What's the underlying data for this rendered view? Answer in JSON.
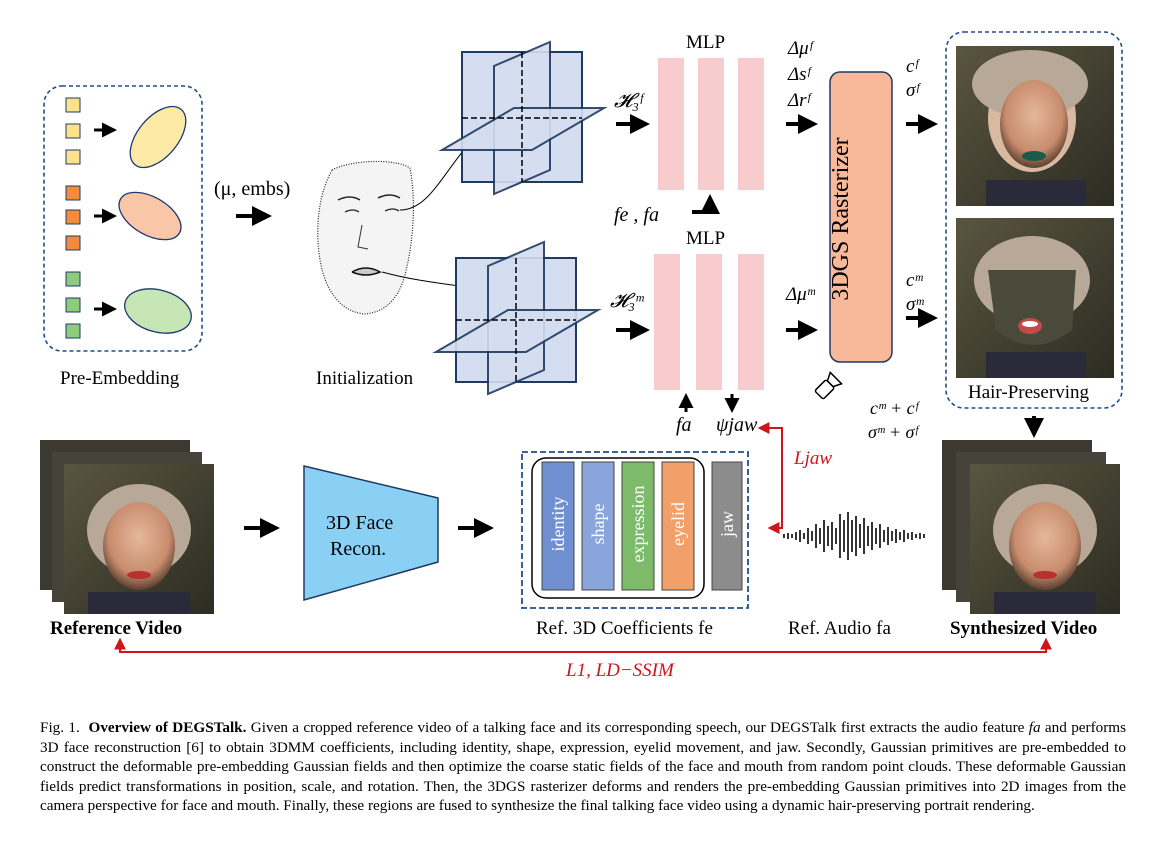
{
  "diagram": {
    "pre_embedding": {
      "label": "Pre-Embedding"
    },
    "initialization": {
      "label": "Initialization",
      "input_label": "(μ, embs)"
    },
    "face_branch": {
      "feature_label": "𝓗₃ᶠ",
      "mlp_label": "MLP",
      "inputs_label": "fe , fa",
      "outputs": [
        "Δμᶠ",
        "Δsᶠ",
        "Δrᶠ"
      ]
    },
    "mouth_branch": {
      "feature_label": "𝓗₃ᵐ",
      "mlp_label": "MLP",
      "input_fa": "fa",
      "input_psi": "ψjaw",
      "output": "Δμᵐ"
    },
    "rasterizer": {
      "label": "3DGS Rasterizer"
    },
    "face_outputs": [
      "cᶠ",
      "σᶠ"
    ],
    "mouth_outputs": [
      "cᵐ",
      "σᵐ"
    ],
    "hair_preserving": {
      "label": "Hair-Preserving"
    },
    "fused_outputs": [
      "cᵐ + cᶠ",
      "σᵐ + σᶠ"
    ],
    "loss_jaw": "Ljaw",
    "loss_total": "L1, LD−SSIM",
    "reference_video": {
      "label": "Reference Video"
    },
    "face_recon": {
      "line1": "3D Face",
      "line2": "Recon."
    },
    "coefficients": {
      "label": "Ref. 3D Coefficients fe",
      "items": [
        {
          "name": "identity",
          "color": "#6f8fd0"
        },
        {
          "name": "shape",
          "color": "#8aa4dc"
        },
        {
          "name": "expression",
          "color": "#7dbb6b"
        },
        {
          "name": "eyelid",
          "color": "#f0a068"
        },
        {
          "name": "jaw",
          "color": "#8c8c8c"
        }
      ]
    },
    "audio": {
      "label": "Ref. Audio fa"
    },
    "synthesized_video": {
      "label": "Synthesized Video"
    }
  },
  "caption": {
    "fig_no": "Fig. 1.",
    "title": "Overview of DEGSTalk.",
    "text_a": "Given a cropped reference video of a talking face and its corresponding speech, our DEGSTalk first extracts the audio feature",
    "feature_sym": "fa",
    "text_b": "and performs 3D face reconstruction [6] to obtain 3DMM coefficients, including identity, shape, expression, eyelid movement, and jaw. Secondly, Gaussian primitives are pre-embedded to construct the deformable pre-embedding Gaussian fields and then optimize the coarse static fields of the face and mouth from random point clouds. These deformable Gaussian fields predict transformations in position, scale, and rotation. Then, the 3DGS rasterizer deforms and renders the pre-embedding Gaussian primitives into 2D images from the camera perspective for face and mouth. Finally, these regions are fused to synthesize the final talking face video using a dynamic hair-preserving portrait rendering."
  }
}
